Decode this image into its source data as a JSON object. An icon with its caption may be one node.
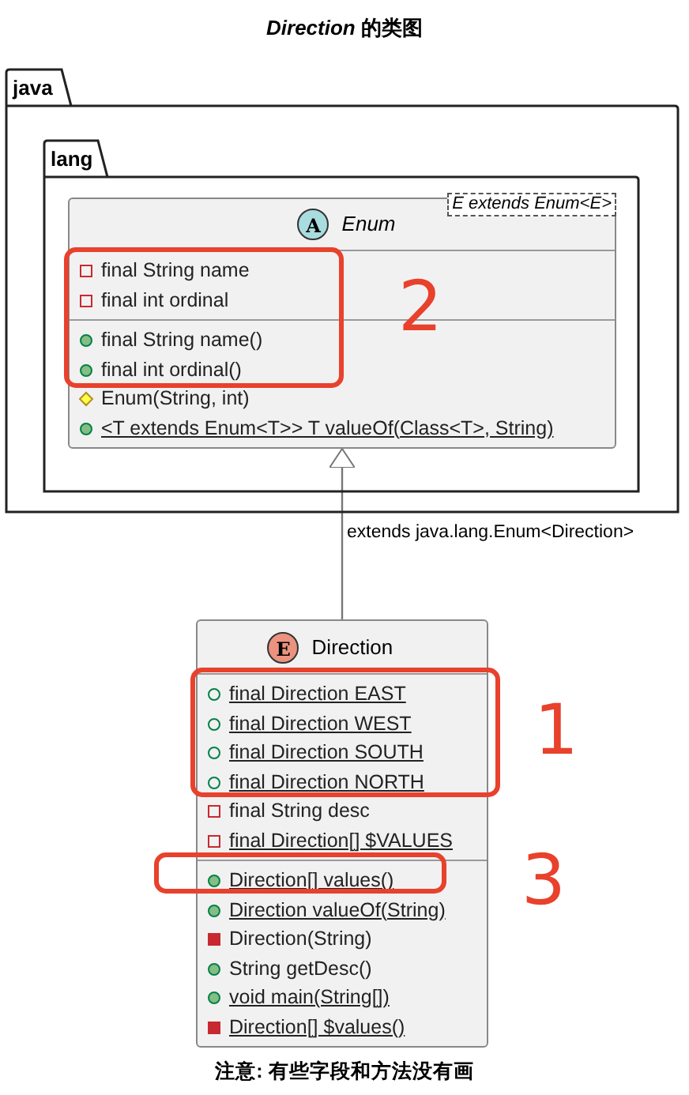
{
  "diagram": {
    "title": "*Direction* 的类图",
    "caption": "注意: 有些字段和方法没有画",
    "nodes": [
      {
        "text": [
          "java"
        ]
      },
      {
        "text": [
          "lang"
        ],
        "in": 0
      },
      {
        "text": [
          "A",
          "Enum",
          "E extends Enum<E>",
          "final String name",
          "final int ordinal",
          "final String name()",
          "final int ordinal()",
          "Enum(String, int)",
          "<T extends Enum<T>> T valueOf(Class<T>, String)"
        ],
        "in": 1
      },
      {
        "text": [
          "E",
          "Direction",
          "final Direction EAST",
          "final Direction WEST",
          "final Direction SOUTH",
          "final Direction NORTH",
          "final String desc",
          "final Direction[] $VALUES",
          "Direction[] values()",
          "Direction valueOf(String)",
          "Direction(String)",
          "String getDesc()",
          "void main(String[])",
          "Direction[] $values()"
        ]
      }
    ],
    "edges": [
      {
        "from": 3,
        "to": 2,
        "arrow": "to",
        "label": "extends java.lang.Enum<Direction>"
      }
    ],
    "labels": [
      "2",
      "1",
      "3"
    ]
  }
}
